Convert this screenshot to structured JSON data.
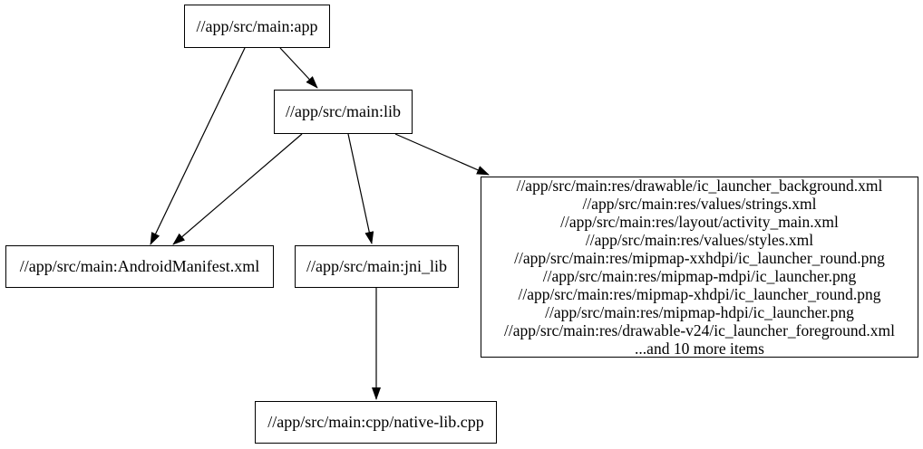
{
  "graph": {
    "background_color": "#ffffff",
    "node_border_color": "#000000",
    "edge_color": "#000000",
    "text_color": "#000000",
    "nodes": {
      "app": {
        "label": "//app/src/main:app"
      },
      "lib": {
        "label": "//app/src/main:lib"
      },
      "android_manifest": {
        "label": "//app/src/main:AndroidManifest.xml"
      },
      "jni_lib": {
        "label": "//app/src/main:jni_lib"
      },
      "native_lib_cpp": {
        "label": "//app/src/main:cpp/native-lib.cpp"
      },
      "resources_group": {
        "lines": [
          "//app/src/main:res/drawable/ic_launcher_background.xml",
          "//app/src/main:res/values/strings.xml",
          "//app/src/main:res/layout/activity_main.xml",
          "//app/src/main:res/values/styles.xml",
          "//app/src/main:res/mipmap-xxhdpi/ic_launcher_round.png",
          "//app/src/main:res/mipmap-mdpi/ic_launcher.png",
          "//app/src/main:res/mipmap-xhdpi/ic_launcher_round.png",
          "//app/src/main:res/mipmap-hdpi/ic_launcher.png",
          "//app/src/main:res/drawable-v24/ic_launcher_foreground.xml",
          "...and 10 more items"
        ]
      }
    },
    "edges": [
      {
        "from": "app",
        "to": "android_manifest"
      },
      {
        "from": "app",
        "to": "lib"
      },
      {
        "from": "lib",
        "to": "android_manifest"
      },
      {
        "from": "lib",
        "to": "jni_lib"
      },
      {
        "from": "lib",
        "to": "resources_group"
      },
      {
        "from": "jni_lib",
        "to": "native_lib_cpp"
      }
    ]
  }
}
